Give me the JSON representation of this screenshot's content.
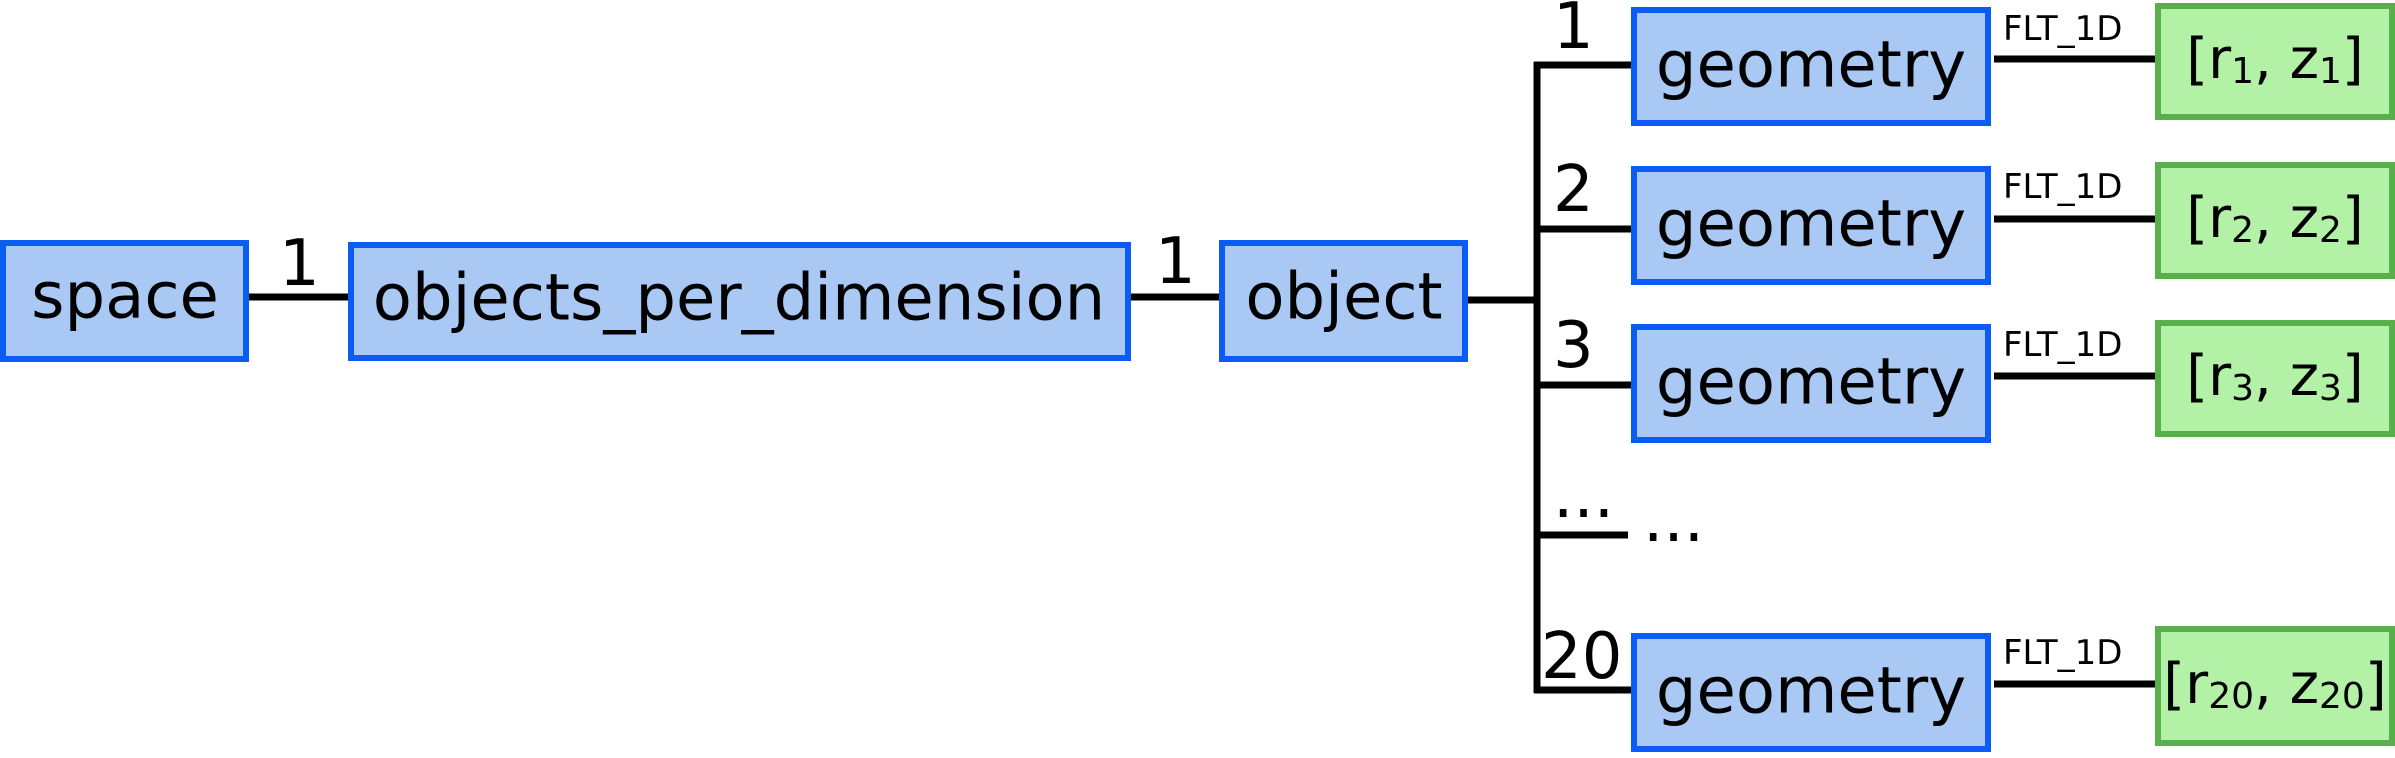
{
  "root": {
    "label": "space"
  },
  "level1": {
    "label": "objects_per_dimension",
    "multiplicity": "1"
  },
  "level2": {
    "label": "object",
    "multiplicity": "1"
  },
  "branches": [
    {
      "index": "1",
      "node": "geometry",
      "type": "FLT_1D",
      "leaf": {
        "r": "r",
        "r_sub": "1",
        "z": "z",
        "z_sub": "1"
      }
    },
    {
      "index": "2",
      "node": "geometry",
      "type": "FLT_1D",
      "leaf": {
        "r": "r",
        "r_sub": "2",
        "z": "z",
        "z_sub": "2"
      }
    },
    {
      "index": "3",
      "node": "geometry",
      "type": "FLT_1D",
      "leaf": {
        "r": "r",
        "r_sub": "3",
        "z": "z",
        "z_sub": "3"
      }
    },
    {
      "index": "20",
      "node": "geometry",
      "type": "FLT_1D",
      "leaf": {
        "r": "r",
        "r_sub": "20",
        "z": "z",
        "z_sub": "20"
      }
    }
  ],
  "ellipsis": {
    "index": "...",
    "node": "..."
  }
}
